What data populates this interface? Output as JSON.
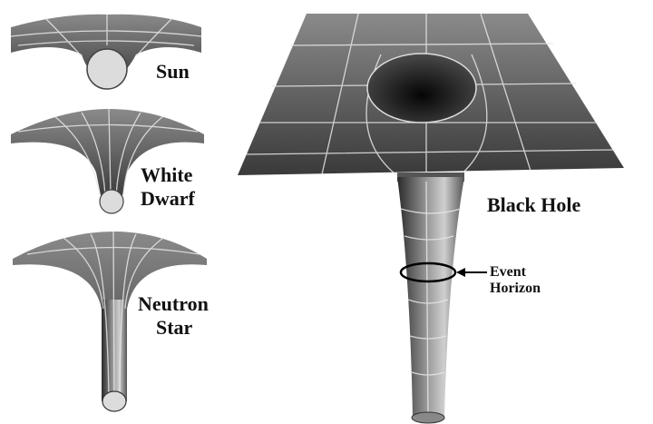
{
  "labels": {
    "sun": "Sun",
    "white_dwarf_1": "White",
    "white_dwarf_2": "Dwarf",
    "neutron_star_1": "Neutron",
    "neutron_star_2": "Star",
    "black_hole": "Black Hole",
    "event_horizon_1": "Event",
    "event_horizon_2": "Horizon"
  },
  "colors": {
    "surface_dark": "#2a2a2a",
    "surface_light": "#9a9a9a",
    "grid": "#e8e8e8",
    "body": "#dcdcdc"
  }
}
